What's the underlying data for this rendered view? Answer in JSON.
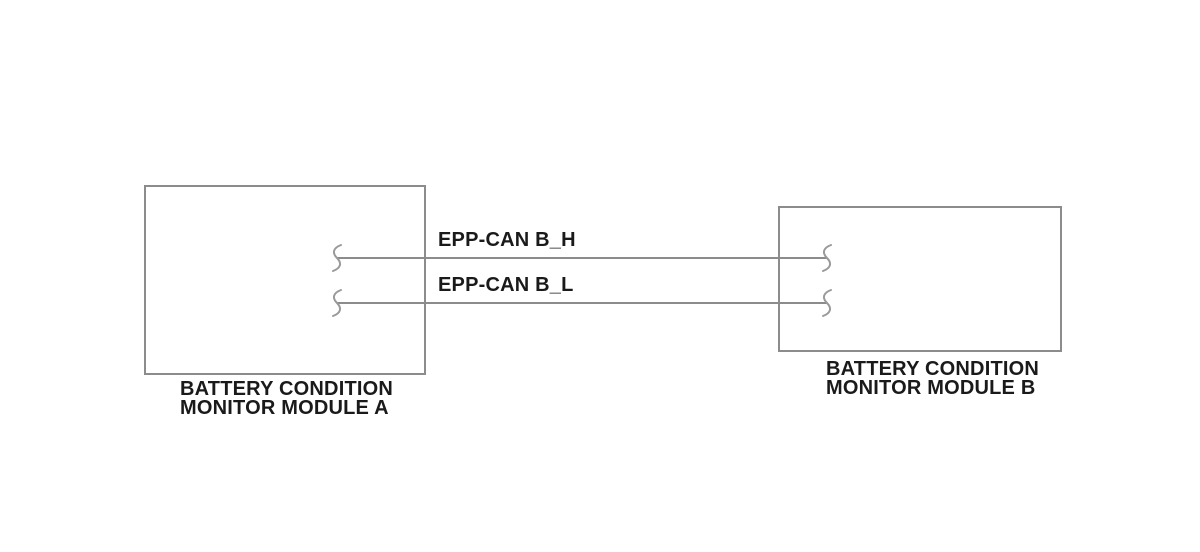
{
  "diagram": {
    "modules": [
      {
        "id": "module-a",
        "label_line1": "BATTERY CONDITION",
        "label_line2": "MONITOR MODULE A"
      },
      {
        "id": "module-b",
        "label_line1": "BATTERY CONDITION",
        "label_line2": "MONITOR MODULE B"
      }
    ],
    "wires": [
      {
        "label": "EPP-CAN B_H"
      },
      {
        "label": "EPP-CAN B_L"
      }
    ],
    "connector_symbol": "inline-wire-break-squiggle"
  },
  "colors": {
    "line_color": "#8c8c8c",
    "squiggle_color": "#9a9a9a",
    "text_color": "#1a1a1a",
    "background_color": "#ffffff"
  }
}
